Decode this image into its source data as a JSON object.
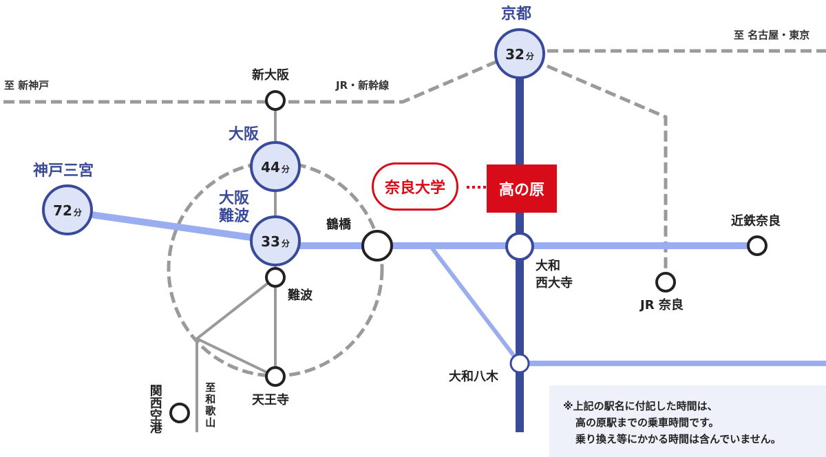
{
  "labels": {
    "to_shinkobe": "至 新神戸",
    "to_nagoya_tokyo": "至 名古屋・東京",
    "jr_shinkansen": "JR・新幹線",
    "to_wakayama": "至和歌山"
  },
  "stations": {
    "kyoto": "京都",
    "shin_osaka": "新大阪",
    "osaka": "大阪",
    "kobe_sannomiya": "神戸三宮",
    "osaka_namba": "大阪\n難波",
    "tsuruhashi": "鶴橋",
    "namba": "難波",
    "tennoji": "天王寺",
    "kansai_airport": "関西空港",
    "yamato_saidaiji": "大和\n西大寺",
    "yamato_yagi": "大和八木",
    "kintetsu_nara": "近鉄奈良",
    "jr_nara": "JR 奈良",
    "nara_university": "奈良大学",
    "takanohara": "高の原"
  },
  "times": {
    "kyoto": "32",
    "osaka": "44",
    "kobe_sannomiya": "72",
    "osaka_namba": "33",
    "unit": "分"
  },
  "note": {
    "line1": "※上記の駅名に付記した時間は、",
    "line2": "高の原駅までの乗車時間です。",
    "line3": "乗り換え等にかかる時間は含んでいません。"
  },
  "colors": {
    "kintetsu_kyoto_line": "#3a4a9a",
    "light_blue_lines": "#9aadf0",
    "jr_dashed": "#9a9a9a",
    "gray_lines": "#9a9a9a",
    "accent_red": "#d80c18",
    "major_station_fill": "#dde4f8",
    "major_station_border": "#3a4a9a"
  }
}
